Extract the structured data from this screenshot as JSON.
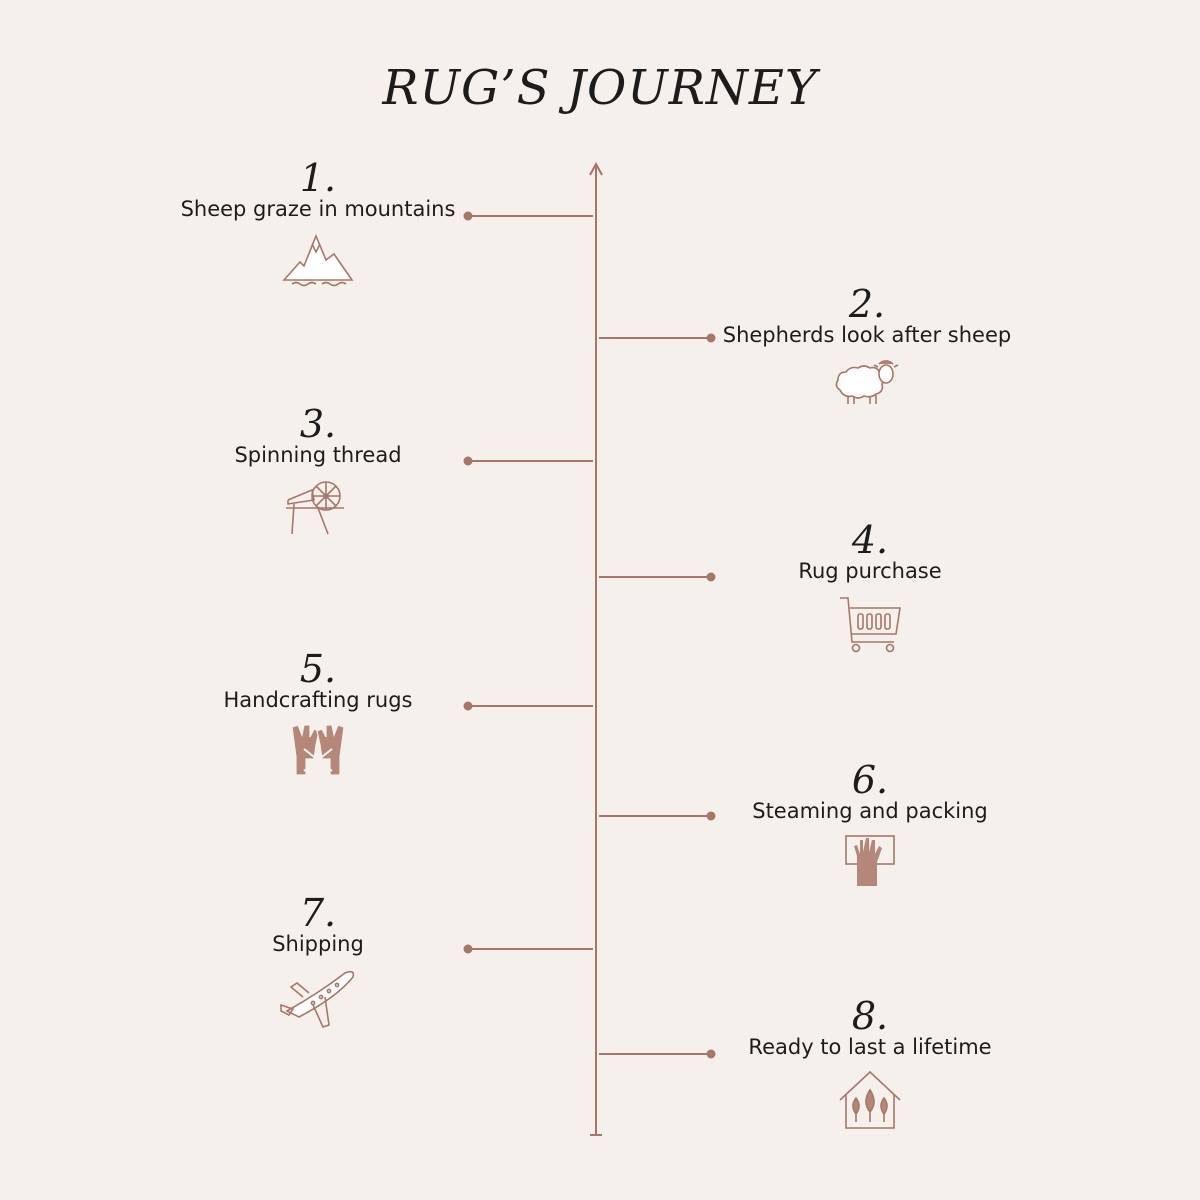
{
  "title": "RUG’S JOURNEY",
  "colors": {
    "background": "#f5f0ec",
    "line": "#a6766a",
    "fill": "#b5877a",
    "text": "#1c1c1c"
  },
  "steps": [
    {
      "number": "1.",
      "label": "Sheep graze in mountains",
      "icon": "mountain-icon"
    },
    {
      "number": "2.",
      "label": "Shepherds look after sheep",
      "icon": "sheep-icon"
    },
    {
      "number": "3.",
      "label": "Spinning thread",
      "icon": "spinning-wheel-icon"
    },
    {
      "number": "4.",
      "label": "Rug purchase",
      "icon": "shopping-cart-icon"
    },
    {
      "number": "5.",
      "label": "Handcrafting rugs",
      "icon": "hands-icon"
    },
    {
      "number": "6.",
      "label": "Steaming and packing",
      "icon": "hand-on-board-icon"
    },
    {
      "number": "7.",
      "label": "Shipping",
      "icon": "airplane-icon"
    },
    {
      "number": "8.",
      "label": "Ready to last a lifetime",
      "icon": "house-trees-icon"
    }
  ]
}
